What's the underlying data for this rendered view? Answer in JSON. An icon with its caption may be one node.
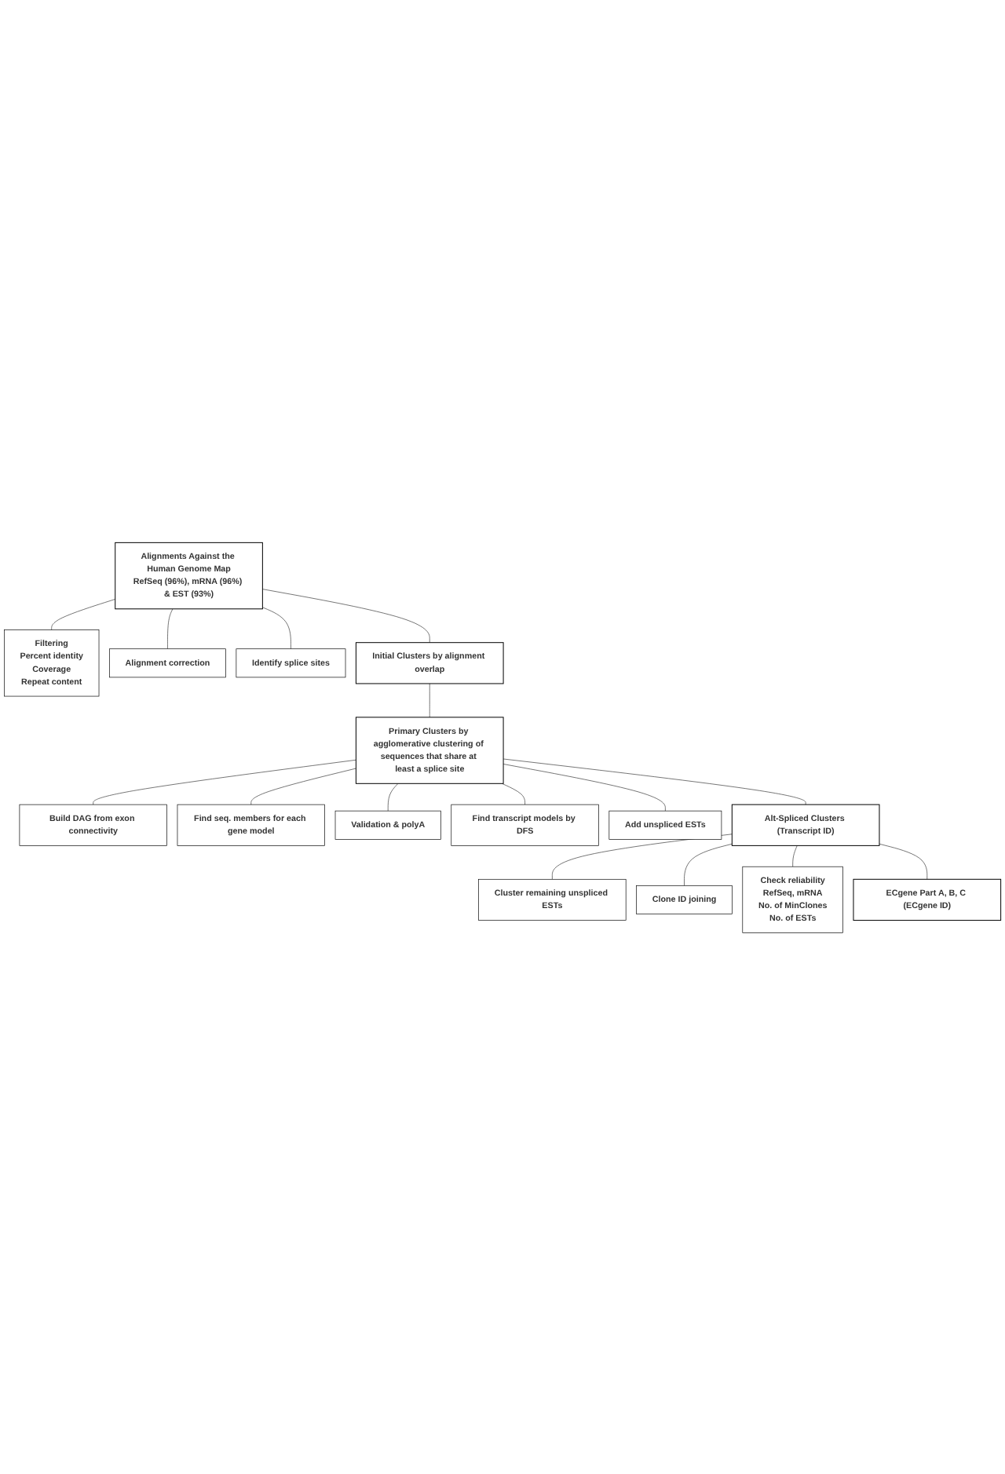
{
  "diagram": {
    "nodes": [
      {
        "text": [
          "Alignments Against the Human Genome Map",
          "RefSeq (96%), mRNA (96%) & EST (93%)"
        ]
      },
      {
        "text": [
          "Filtering",
          "Percent identity",
          "Coverage",
          "Repeat content"
        ]
      },
      {
        "text": [
          "Alignment correction"
        ]
      },
      {
        "text": [
          "Identify splice sites"
        ]
      },
      {
        "text": [
          "Initial Clusters by alignment overlap"
        ]
      },
      {
        "text": [
          "Primary Clusters by agglomerative clustering of sequences that share at least a splice site"
        ]
      },
      {
        "text": [
          "Build DAG from exon connectivity"
        ]
      },
      {
        "text": [
          "Find seq. members for each gene model"
        ]
      },
      {
        "text": [
          "Validation & polyA"
        ]
      },
      {
        "text": [
          "Find transcript models by DFS"
        ]
      },
      {
        "text": [
          "Add unspliced ESTs"
        ]
      },
      {
        "text": [
          "Alt-Spliced Clusters (Transcript ID)"
        ]
      },
      {
        "text": [
          "Cluster remaining unspliced ESTs"
        ]
      },
      {
        "text": [
          "Clone ID joining"
        ]
      },
      {
        "text": [
          "Check reliability",
          "RefSeq, mRNA",
          "No. of MinClones",
          "No. of ESTs"
        ]
      },
      {
        "text": [
          "ECgene Part A, B, C (ECgene ID)"
        ]
      }
    ],
    "edges": [
      {
        "from": 0,
        "to": 1,
        "arrow": "none"
      },
      {
        "from": 0,
        "to": 2,
        "arrow": "none"
      },
      {
        "from": 0,
        "to": 3,
        "arrow": "none"
      },
      {
        "from": 0,
        "to": 4,
        "arrow": "none"
      },
      {
        "from": 4,
        "to": 5,
        "arrow": "none"
      },
      {
        "from": 5,
        "to": 6,
        "arrow": "none"
      },
      {
        "from": 5,
        "to": 7,
        "arrow": "none"
      },
      {
        "from": 5,
        "to": 8,
        "arrow": "none"
      },
      {
        "from": 5,
        "to": 9,
        "arrow": "none"
      },
      {
        "from": 5,
        "to": 10,
        "arrow": "none"
      },
      {
        "from": 5,
        "to": 11,
        "arrow": "none"
      },
      {
        "from": 11,
        "to": 12,
        "arrow": "none"
      },
      {
        "from": 11,
        "to": 13,
        "arrow": "none"
      },
      {
        "from": 11,
        "to": 14,
        "arrow": "none"
      },
      {
        "from": 11,
        "to": 15,
        "arrow": "none"
      }
    ]
  }
}
